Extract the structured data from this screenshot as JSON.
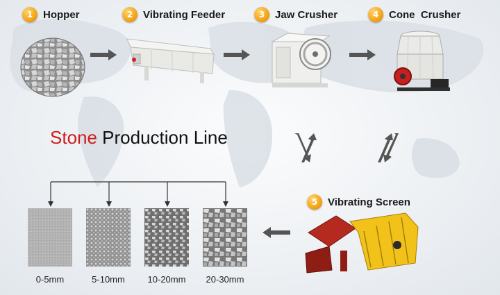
{
  "steps": [
    {
      "number": "1",
      "label": "Hopper"
    },
    {
      "number": "2",
      "label": "Vibrating Feeder"
    },
    {
      "number": "3",
      "label": "Jaw Crusher"
    },
    {
      "number": "4",
      "label": "Cone  Crusher"
    },
    {
      "number": "5",
      "label": "Vibrating Screen"
    }
  ],
  "title": {
    "accent": "Stone",
    "rest": " Production Line"
  },
  "outputs": [
    "0-5mm",
    "5-10mm",
    "10-20mm",
    "20-30mm"
  ],
  "colors": {
    "badge": "#f4a417",
    "title_accent": "#cc1d1d",
    "arrow": "#555555",
    "screen_yellow": "#f2c21b",
    "screen_red": "#a8231a"
  }
}
